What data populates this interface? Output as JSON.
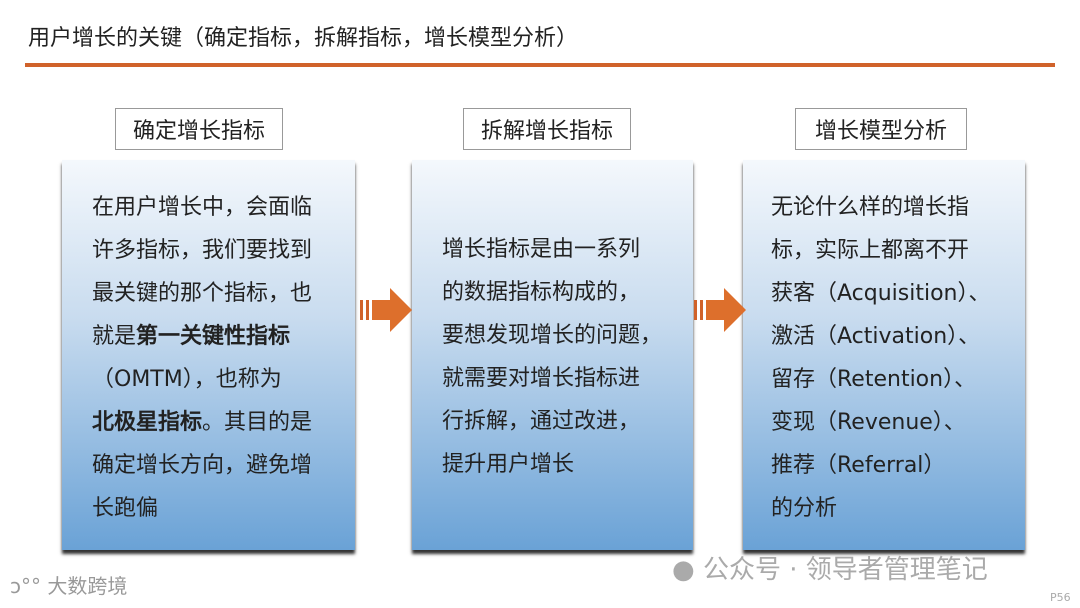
{
  "title": "用户增长的关键（确定指标，拆解指标，增长模型分析）",
  "sections": [
    {
      "header": "确定增长指标",
      "lines": [
        {
          "t": "在用户增长中，会面临"
        },
        {
          "t": "许多指标，我们要找到"
        },
        {
          "t": "最关键的那个指标，也"
        },
        {
          "t": "就是",
          "b": "第一关键性指标"
        },
        {
          "t": "（OMTM），也称为"
        },
        {
          "b": "北极星指标",
          "t2": "。其目的是"
        },
        {
          "t": "确定增长方向，避免增"
        },
        {
          "t": "长跑偏"
        }
      ]
    },
    {
      "header": "拆解增长指标",
      "lines": [
        {
          "t": "增长指标是由一系列"
        },
        {
          "t": "的数据指标构成的，"
        },
        {
          "t": "要想发现增长的问题，"
        },
        {
          "t": "就需要对增长指标进"
        },
        {
          "t": "行拆解，通过改进，"
        },
        {
          "t": "提升用户增长"
        }
      ]
    },
    {
      "header": "增长模型分析",
      "lines": [
        {
          "t": "无论什么样的增长指"
        },
        {
          "t": "标，实际上都离不开"
        },
        {
          "t": "获客（Acquisition）、"
        },
        {
          "t": "激活（Activation）、"
        },
        {
          "t": "留存（Retention）、"
        },
        {
          "t": "变现（Revenue）、"
        },
        {
          "t": "推荐（Referral）"
        },
        {
          "t": "的分析"
        }
      ]
    }
  ],
  "watermark_right": "公众号 · 领导者管理笔记",
  "watermark_left": "大数跨境",
  "page_number": "P56",
  "accent": "#d0622a"
}
